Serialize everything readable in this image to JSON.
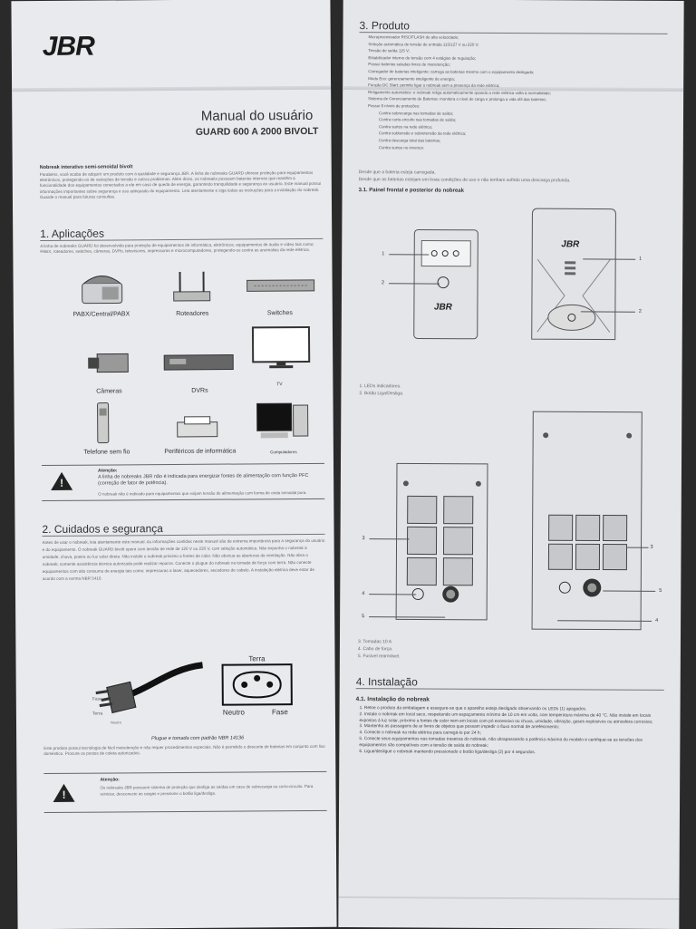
{
  "brand": "JBR",
  "manual": {
    "title": "Manual do usuário",
    "subtitle": "GUARD 600 A 2000 BIVOLT",
    "intro_heading": "Nobreak interativo semi-senoidal bivolt",
    "intro_text": "Parabéns, você acaba de adquirir um produto com a qualidade e segurança JBR. A linha de nobreaks GUARD oferece proteção para equipamentos eletrônicos, protegendo-os de variações de tensão e outros problemas. Além disso, os nobreaks possuem baterias internas que mantêm a funcionalidade dos equipamentos conectados a ele em caso de queda de energia, garantindo tranquilidade e segurança ao usuário. Este manual possui informações importantes sobre segurança e uso adequado do equipamento. Leia atentamente e siga todas as instruções para a instalação do nobreak. Guarde o manual para futuras consultas."
  },
  "sections": {
    "aplicacoes": {
      "heading": "1. Aplicações",
      "text": "A linha de nobreaks GUARD foi desenvolvida para proteção de equipamentos de informática, eletrônicos, equipamentos de áudio e vídeo tais como: PABX, roteadores, switches, câmeras, DVRs, televisores, impressoras e microcomputadores, protegendo-os contra as anomalias da rede elétrica.",
      "items": [
        "PABX/Central/PABX",
        "Roteadores",
        "Switches",
        "Câmeras",
        "DVRs",
        "TV",
        "Telefone sem fio",
        "Periféricos de informática",
        "Computadores"
      ]
    },
    "atencao1": {
      "label": "Atenção:",
      "text": "A linha de nobreaks JBR não é indicada para energizar fontes de alimentação com função PFC (correção de fator de potência).",
      "note": "O nobreak não é indicado para equipamentos que exijam tensão de alimentação com forma de onda senoidal pura."
    },
    "cuidados": {
      "heading": "2. Cuidados e segurança",
      "text": "Antes de usar o nobreak, leia atentamente este manual. As informações contidas neste manual são de extrema importância para a segurança do usuário e do equipamento. O nobreak GUARD bivolt opera com tensão de rede de 120 V ou 220 V, com seleção automática. Não exponha o nobreak à umidade, chuva, poeira ou luz solar direta. Não instale o nobreak próximo a fontes de calor. Não obstrua as aberturas de ventilação. Não abra o nobreak; somente assistência técnica autorizada pode realizar reparos. Conecte o plugue do nobreak na tomada de força com terra. Não conecte equipamentos com alto consumo de energia tais como: impressoras a laser, aquecedores, secadores de cabelo. A instalação elétrica deve estar de acordo com a norma NBR 5410.",
      "plug_caption": "Plugue e tomada com padrão NBR 14136",
      "plug_labels": {
        "fase": "Fase",
        "terra": "Terra",
        "neutro": "Neutro"
      },
      "socket_labels": {
        "terra": "Terra",
        "neutro": "Neutro",
        "fase": "Fase"
      },
      "text2": "Este produto possui tecnologia de fácil manutenção e não requer procedimentos especiais. Não é permitido o descarte de baterias em conjunto com lixo doméstico. Procure os postos de coleta autorizados."
    },
    "atencao2": {
      "label": "Atenção:",
      "text": "Os nobreaks JBR possuem sistema de proteção que desliga as saídas em caso de sobrecarga ou curto-circuito. Para reiniciar, desconecte as cargas e pressione o botão liga/desliga."
    },
    "produto": {
      "heading": "3. Produto",
      "features": [
        "Microprocessador RISC/FLASH de alta velocidade;",
        "Seleção automática de tensão de entrada 115/127 V ou 220 V;",
        "Tensão de saída 115 V;",
        "Estabilizador interno de tensão com 4 estágios de regulação;",
        "Possui baterias seladas livres de manutenção;",
        "Carregador de baterias inteligente: carrega as baterias mesmo com o equipamento desligado;",
        "Modo Eco: gerenciamento inteligente de energia;",
        "Função DC Start: permite ligar o nobreak sem a presença da rede elétrica;",
        "Religamento automático: o nobreak religa automaticamente quando a rede elétrica volta à normalidade;",
        "Sistema de Gerenciamento de Baterias: monitora o nível de carga e prolonga a vida útil das baterias;",
        "Possui 8 níveis de proteções:"
      ],
      "protections": [
        "Contra sobrecarga nas tomadas de saída;",
        "Contra curto-circuito nas tomadas de saída;",
        "Contra surtos na rede elétrica;",
        "Contra subtensão e sobretensão da rede elétrica;",
        "Contra descarga total das baterias;",
        "Contra surtos no inversor."
      ],
      "footnotes": [
        "Desde que a bateria esteja carregada.",
        "Desde que as baterias estejam em boas condições de uso e não tenham sofrido uma descarga profunda."
      ]
    },
    "painel": {
      "heading": "3.1. Painel frontal e posterior do nobreak",
      "front_legend": [
        "1. LEDs indicadores.",
        "2. Botão Liga/Desliga."
      ],
      "rear_legend": [
        "3. Tomadas 10 A.",
        "4. Cabo de força.",
        "5. Fusível rearmável."
      ],
      "callouts": [
        "1",
        "2",
        "3",
        "4",
        "5"
      ]
    },
    "instalacao": {
      "heading": "4. Instalação",
      "subheading": "4.1. Instalação do nobreak",
      "steps": [
        "1. Retire o produto da embalagem e assegure-se que o aparelho esteja desligado observando os LEDs (1) apagados.",
        "2. Instale o nobreak em local seco, respeitando um espaçamento mínimo de 10 cm em volta, com temperatura máxima de 40 °C. Não instale em locais expostos à luz solar, próximo a fontes de calor nem em locais com pó excessivo ou chuva, umidade, vibração, gases explosivos ou atmosfera corrosiva;",
        "3. Mantenha as passagens de ar livres de objetos que possam impedir o fluxo normal de arrefecimento;",
        "4. Conecte o nobreak na rede elétrica para carregá-lo por 24 h;",
        "5. Conecte seus equipamentos nas tomadas traseiras do nobreak, não ultrapassando a potência máxima do modelo e certifique-se as tensões dos equipamentos são compatíveis com a tensão de saída do nobreak;",
        "6. Ligue/desligue o nobreak mantendo pressionado o botão liga/desliga (2) por 4 segundos."
      ]
    }
  },
  "colors": {
    "paper": "#e9eaee",
    "ink": "#333333",
    "background": "#2a2a2a"
  }
}
